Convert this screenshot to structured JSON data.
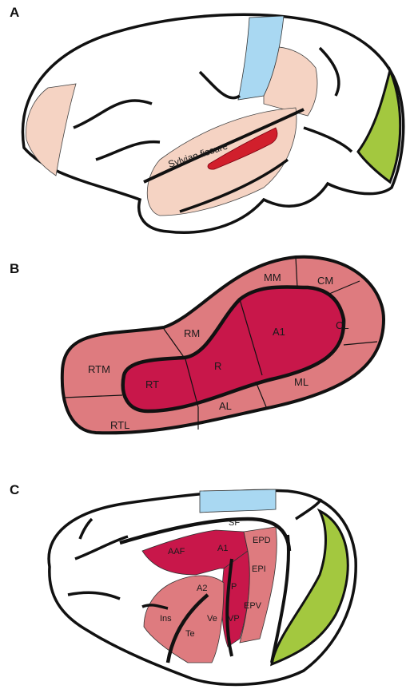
{
  "panels": {
    "a": "A",
    "b": "B",
    "c": "C"
  },
  "panel_a": {
    "fissure_label": "Sylvian fissure"
  },
  "panel_b": {
    "areas": {
      "mm": "MM",
      "cm": "CM",
      "cl": "CL",
      "rm": "RM",
      "a1": "A1",
      "rtm": "RTM",
      "r": "R",
      "rt": "RT",
      "ml": "ML",
      "al": "AL",
      "rtl": "RTL"
    }
  },
  "panel_c": {
    "areas": {
      "sf": "SF",
      "aaf": "AAF",
      "a1": "A1",
      "epd": "EPD",
      "epi": "EPI",
      "a2": "A2",
      "p": "P",
      "epv": "EPV",
      "ins": "Ins",
      "ve": "Ve",
      "vp": "VP",
      "te": "Te"
    }
  },
  "colors": {
    "outline": "#111111",
    "skin": "#f5d3c3",
    "light_blue": "#a9d8f2",
    "green": "#a3c83f",
    "red_core": "#c8174a",
    "red_belt": "#de7b7f",
    "fissure_red": "#d11f2c"
  }
}
